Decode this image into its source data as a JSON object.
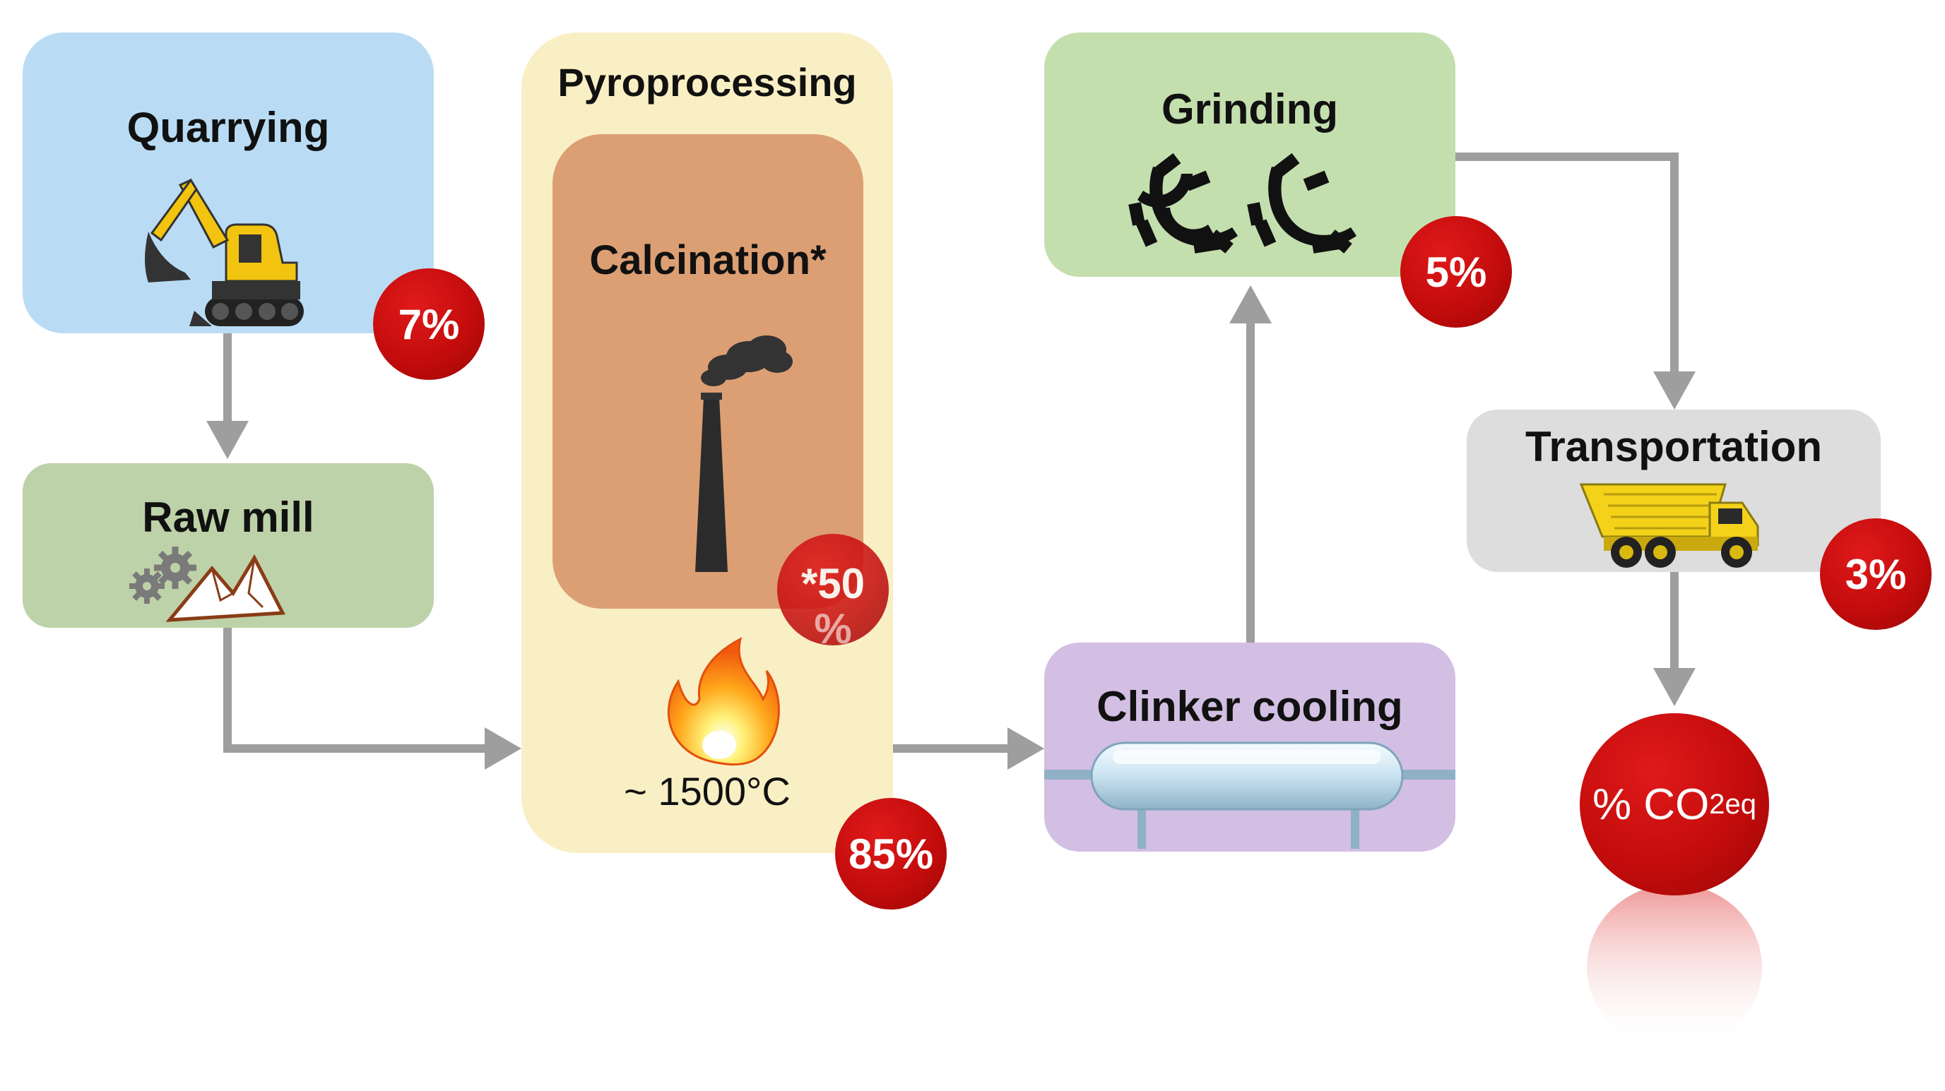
{
  "stages": {
    "quarrying": {
      "title": "Quarrying",
      "share": "7%"
    },
    "raw_mill": {
      "title": "Raw mill"
    },
    "pyroprocessing": {
      "title": "Pyroprocessing",
      "temperature": "~ 1500°C",
      "share": "85%"
    },
    "calcination": {
      "title": "Calcination*",
      "share_line1": "*50",
      "share_line2": "%"
    },
    "clinker_cooling": {
      "title": "Clinker cooling"
    },
    "grinding": {
      "title": "Grinding",
      "share": "5%"
    },
    "transportation": {
      "title": "Transportation",
      "share": "3%"
    }
  },
  "result": {
    "label_prefix": "% CO",
    "label_subscript": "2eq"
  },
  "colors": {
    "quarrying_bg": "#b9dcf4",
    "raw_mill_bg": "#bdd2a8",
    "pyroprocessing_bg": "#f9efc4",
    "calcination_bg": "#dc9f73",
    "clinker_cooling_bg": "#d2bfe3",
    "grinding_bg": "#c4dfae",
    "transportation_bg": "#dddddd",
    "badge_red": "#c40c0c",
    "arrow_gray": "#9e9e9e"
  },
  "icons": [
    "excavator-icon",
    "gears-and-mountains-icon",
    "chimney-smoke-icon",
    "flame-icon",
    "kiln-cooler-tube-icon",
    "grinding-gears-icon",
    "dump-truck-icon"
  ]
}
